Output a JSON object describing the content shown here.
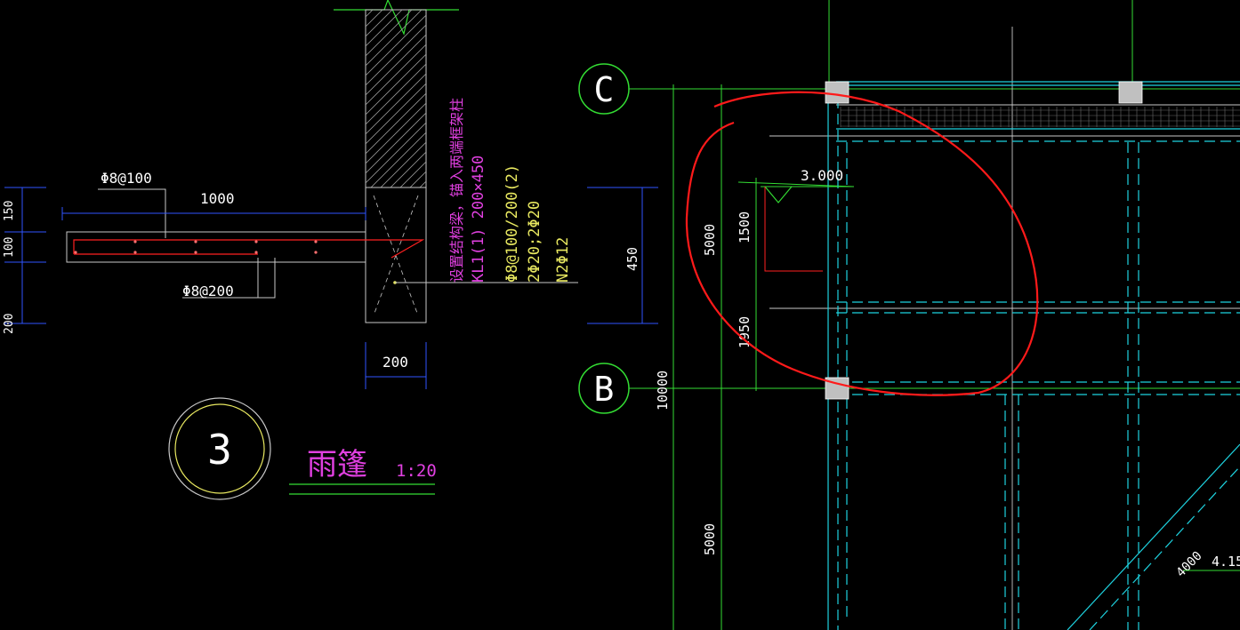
{
  "colors": {
    "background": "#000000",
    "white": "#ffffff",
    "red": "#ff2020",
    "green": "#33dd33",
    "cyan": "#1ed3e0",
    "blue": "#2f55ff",
    "magenta": "#e040e0",
    "yellow": "#e8e860",
    "grey": "#c8c8c8"
  },
  "section_detail": {
    "dim_rebar_top": "Φ8@100",
    "dim_slab_length": "1000",
    "dim_rebar_bottom": "Φ8@200",
    "dim_beam_width": "200",
    "dim_left_150": "150",
    "dim_left_100": "100",
    "dim_left_200": "200",
    "note_magenta": "设置结构梁，锚入两端框架柱",
    "note_beam": "KL1(1) 200×450",
    "note_stirrup": "Φ8@100/200(2)",
    "note_main_bars": "2Φ20;2Φ20",
    "note_side_bars": "N2Φ12",
    "dim_beam_depth": "450"
  },
  "detail_label": {
    "number": "3",
    "title": "雨篷",
    "scale": "1:20"
  },
  "plan": {
    "axis_c": "C",
    "axis_b": "B",
    "dim_upper_5000": "5000",
    "dim_lower_5000": "5000",
    "dim_10000": "10000",
    "dim_1500": "1500",
    "dim_1950": "1950",
    "elevation_1": "3.000",
    "elevation_2": "4.15",
    "dim_diag": "4000"
  }
}
